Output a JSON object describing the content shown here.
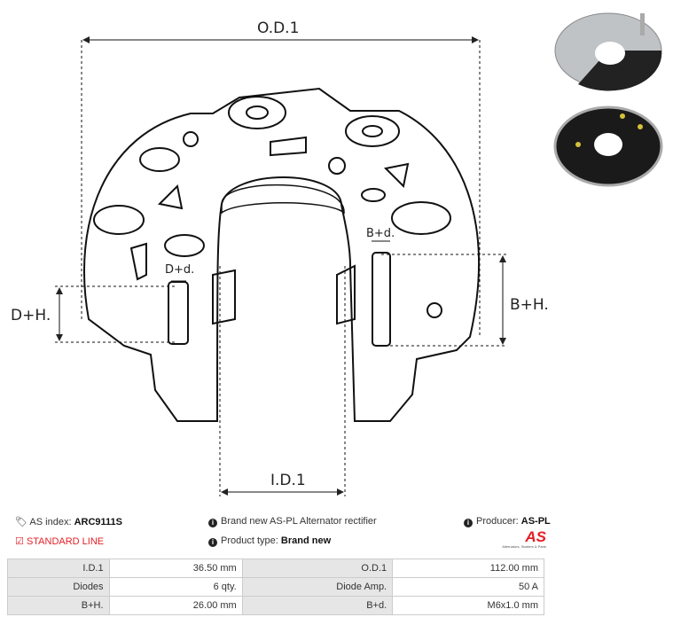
{
  "dimensions": {
    "od": "O.D.1",
    "id": "I.D.1",
    "dh": "D+H.",
    "dd": "D+d.",
    "bh": "B+H.",
    "bd": "B+d."
  },
  "info": {
    "index_label": "AS index:",
    "index_value": "ARC9111S",
    "standard_line": "STANDARD LINE",
    "description": "Brand new AS-PL Alternator rectifier",
    "product_type_label": "Product type:",
    "product_type_value": "Brand new",
    "producer_label": "Producer:",
    "producer_value": "AS-PL",
    "logo_text": "AS",
    "logo_tagline": "Alternators, Starters & Parts"
  },
  "colors": {
    "accent": "#e31e24"
  },
  "specs": [
    {
      "k1": "I.D.1",
      "v1": "36.50 mm",
      "k2": "O.D.1",
      "v2": "112.00 mm"
    },
    {
      "k1": "Diodes",
      "v1": "6   qty.",
      "k2": "Diode Amp.",
      "v2": "50 A"
    },
    {
      "k1": "B+H.",
      "v1": "26.00 mm",
      "k2": "B+d.",
      "v2": "M6x1.0 mm"
    }
  ]
}
